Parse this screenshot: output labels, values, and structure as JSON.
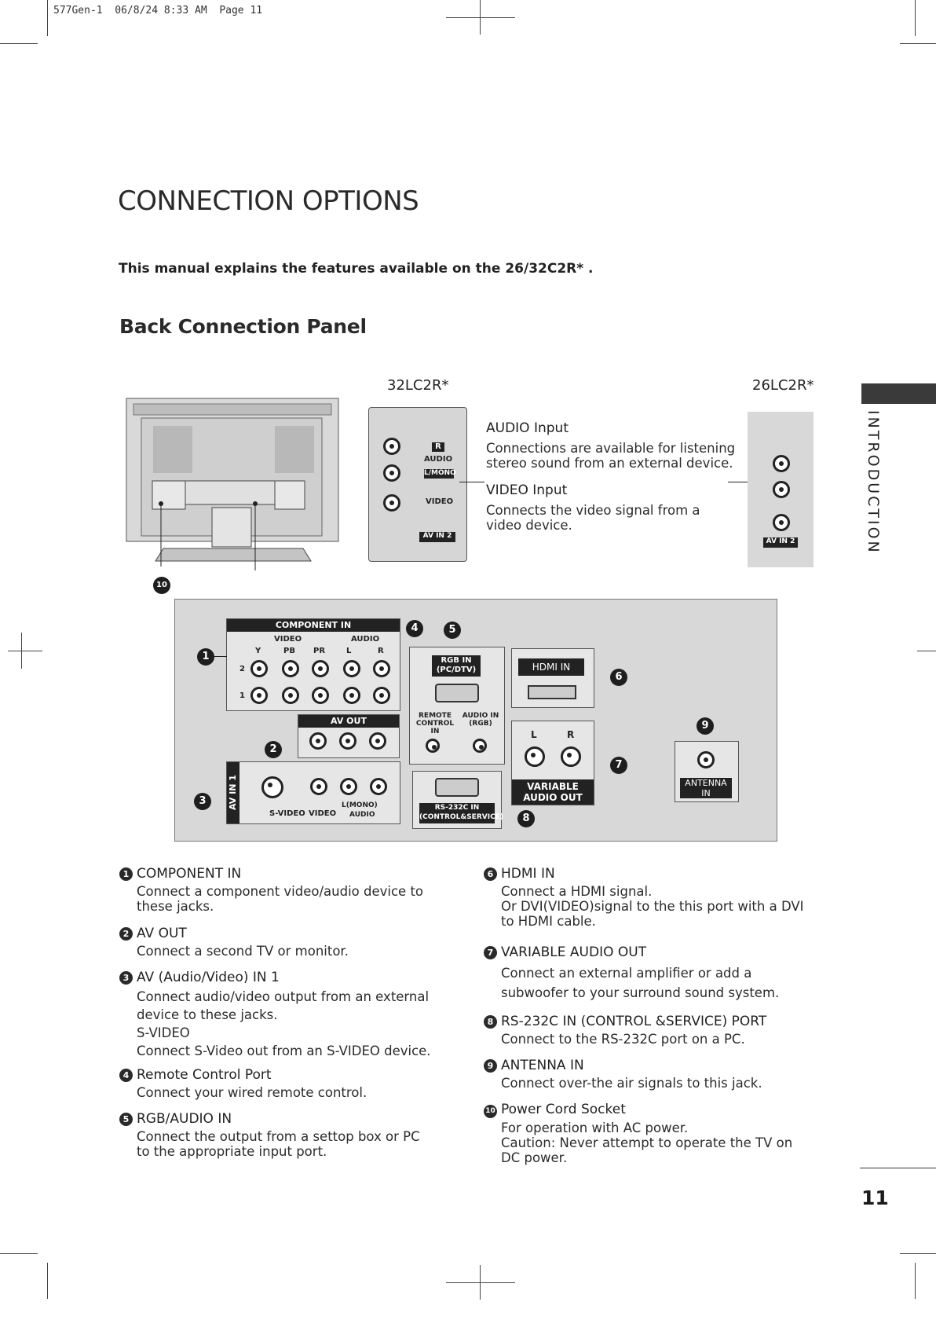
{
  "print_header": "577Gen-1  06/8/24 8:33 AM  Page 11",
  "title": "CONNECTION OPTIONS",
  "intro": "This manual explains the features available on the 26/32C2R* .",
  "subtitle": "Back Connection Panel",
  "side_label": "INTRODUCTION",
  "page_number": "11",
  "models": {
    "left": "32LC2R*",
    "right": "26LC2R*"
  },
  "side_inputs": {
    "audio_title": "AUDIO Input",
    "audio_text": "Connections are available for listening stereo sound from an external device.",
    "video_title": "VIDEO Input",
    "video_text": "Connects the video signal from a video device.",
    "labels": {
      "r": "R",
      "audio": "AUDIO",
      "lmono": "L/MONO",
      "video": "VIDEO",
      "avin2": "AV IN 2"
    }
  },
  "panel_labels": {
    "component_in": "COMPONENT IN",
    "video": "VIDEO",
    "audio": "AUDIO",
    "y": "Y",
    "pb": "PB",
    "pr": "PR",
    "l": "L",
    "r": "R",
    "row2": "2",
    "row1": "1",
    "av_out": "AV OUT",
    "av_in_1": "AV IN 1",
    "s_video": "S-VIDEO",
    "video2": "VIDEO",
    "lmono": "L(MONO)",
    "audio2": "AUDIO",
    "rgb_in": "RGB IN",
    "pc_dtv": "(PC/DTV)",
    "remote_control_in": "REMOTE CONTROL IN",
    "audio_in_rgb": "AUDIO IN (RGB)",
    "rs232c_in": "RS-232C IN",
    "control_service": "(CONTROL&SERVICE)",
    "hdmi_in": "HDMI IN",
    "variable_audio_out": "VARIABLE AUDIO OUT",
    "antenna_in": "ANTENNA IN"
  },
  "callouts": [
    "1",
    "2",
    "3",
    "4",
    "5",
    "6",
    "7",
    "8",
    "9",
    "10"
  ],
  "items_left": [
    {
      "num": "1",
      "heading": "COMPONENT IN",
      "text": "Connect a component video/audio device to these jacks."
    },
    {
      "num": "2",
      "heading": "AV OUT",
      "text": "Connect a second TV or monitor."
    },
    {
      "num": "3",
      "heading": "AV (Audio/Video) IN 1",
      "text": "Connect audio/video output from an external device to these jacks.",
      "sub_heading": "S-VIDEO",
      "sub_text": "Connect S-Video out from an S-VIDEO device."
    },
    {
      "num": "4",
      "heading": "Remote Control Port",
      "text": "Connect your wired remote control."
    },
    {
      "num": "5",
      "heading": "RGB/AUDIO IN",
      "text": "Connect the output from a settop box or PC to the appropriate input port."
    }
  ],
  "items_right": [
    {
      "num": "6",
      "heading": "HDMI IN",
      "text": "Connect a HDMI signal.",
      "text2": "Or DVI(VIDEO)signal to the this port with a DVI to HDMI cable."
    },
    {
      "num": "7",
      "heading": "VARIABLE AUDIO OUT",
      "text": "Connect an external amplifier or add a subwoofer to your surround sound system."
    },
    {
      "num": "8",
      "heading": "RS-232C IN (CONTROL &SERVICE) PORT",
      "text": "Connect to the RS-232C port on a PC."
    },
    {
      "num": "9",
      "heading": "ANTENNA IN",
      "text": "Connect over-the air signals to this jack."
    },
    {
      "num": "10",
      "heading": "Power Cord Socket",
      "text": "For operation with AC power.",
      "text2": "Caution: Never attempt to operate the TV on DC power."
    }
  ]
}
